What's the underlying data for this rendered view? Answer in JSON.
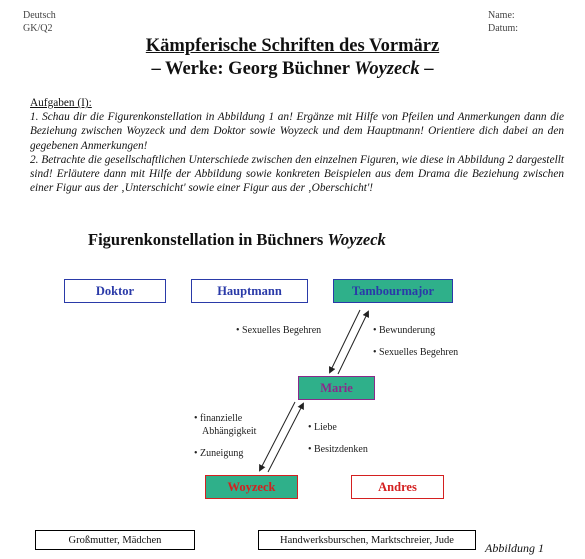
{
  "header": {
    "subject": "Deutsch",
    "course": "GK/Q2",
    "name_label": "Name:",
    "date_label": "Datum:"
  },
  "title": {
    "line1": "Kämpferische Schriften des Vormärz",
    "line2_prefix": "– Werke: Georg Büchner ",
    "line2_work": "Woyzeck",
    "line2_suffix": " –"
  },
  "tasks": {
    "heading": "Aufgaben (I):",
    "task1": "1. Schau dir die Figurenkonstellation in Abbildung 1 an! Ergänze mit Hilfe von Pfeilen und Anmerkungen dann die Beziehung zwischen Woyzeck und dem Doktor sowie Woyzeck und dem Hauptmann! Orientiere dich dabei an den gegebenen Anmerkungen!",
    "task2": "2. Betrachte die gesellschaftlichen Unterschiede zwischen den einzelnen Figuren, wie diese in Abbildung 2 dargestellt sind! Erläutere dann mit Hilfe der Abbildung sowie konkreten Beispielen aus dem Drama die Beziehung zwischen einer Figur aus der ‚Unterschicht' sowie einer Figur aus der ‚Oberschicht'!"
  },
  "diagram": {
    "heading_prefix": "Figurenkonstellation in Büchners ",
    "heading_work": "Woyzeck",
    "characters": {
      "doktor": "Doktor",
      "hauptmann": "Hauptmann",
      "tambourmajor": "Tambourmajor",
      "marie": "Marie",
      "woyzeck": "Woyzeck",
      "andres": "Andres"
    },
    "groups": {
      "left": "Großmutter, Mädchen",
      "right": "Handwerksburschen, Marktschreier, Jude"
    },
    "notes": {
      "tambour_to_marie": "• Sexuelles Begehren",
      "marie_to_tambour_1": "• Bewunderung",
      "marie_to_tambour_2": "• Sexuelles Begehren",
      "marie_to_woyzeck_1": "• finanzielle",
      "marie_to_woyzeck_1b": "Abhängigkeit",
      "marie_to_woyzeck_2": "• Zuneigung",
      "woyzeck_to_marie_1": "• Liebe",
      "woyzeck_to_marie_2": "• Besitzdenken"
    },
    "caption": "Abbildung 1"
  },
  "colors": {
    "blue": "#2a3aa8",
    "red": "#d42020",
    "green": "#2fb08a",
    "purple": "#8a2a8a"
  }
}
